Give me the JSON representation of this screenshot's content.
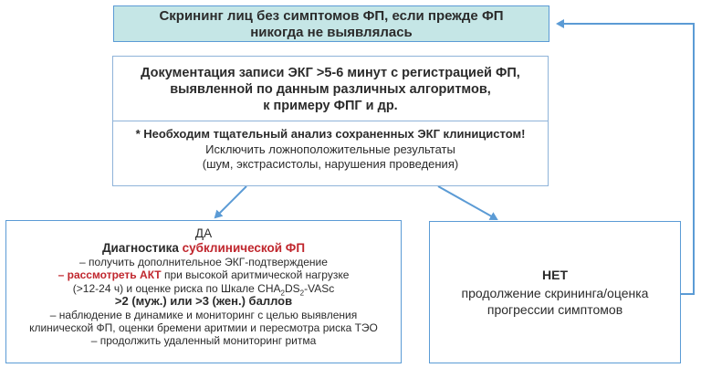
{
  "top_box": {
    "line1": "Скрининг лиц без симптомов ФП, если прежде ФП",
    "line2": "никогда не выявлялась"
  },
  "doc_box": {
    "top_line1": "Документация записи ЭКГ >5-6 минут с регистрацией ФП,",
    "top_line2": "выявленной по данным различных алгоритмов,",
    "top_line3": "к примеру ФПГ и др.",
    "bottom_line1": "* Необходим тщательный анализ сохраненных ЭКГ клиницистом!",
    "bottom_line2": "Исключить ложноположительные результаты",
    "bottom_line3": "(шум, экстрасистолы, нарушения проведения)"
  },
  "yes_box": {
    "heading": "ДА",
    "diag_prefix": "Диагностика ",
    "diag_red": "субклинической ФП",
    "item1": "– получить дополнительное ЭКГ-подтверждение",
    "item2_dash": "– ",
    "item2_red": "рассмотреть АКТ",
    "item2_rest": " при высокой аритмической нагрузке",
    "item2_line2": "(>12-24 ч) и оценке риска по Шкале CHA",
    "item2_sub1": "2",
    "item2_mid": "DS",
    "item2_sub2": "2",
    "item2_end": "-VASc",
    "item2_line3_bold": ">2 (муж.) или >3 (жен.) баллов",
    "item3_line1": "– наблюдение в динамике и мониторинг с целью выявления",
    "item3_line2": "клинической ФП, оценки бремени аритмии и пересмотра риска ТЭО",
    "item4": "– продолжить удаленный мониторинг ритма"
  },
  "no_box": {
    "title": "НЕТ",
    "line1": "продолжение скрининга/оценка",
    "line2": "прогрессии симптомов"
  },
  "colors": {
    "accent_blue": "#5b9bd5",
    "top_fill": "#c5e6e6",
    "highlight_red": "#c0262d"
  }
}
